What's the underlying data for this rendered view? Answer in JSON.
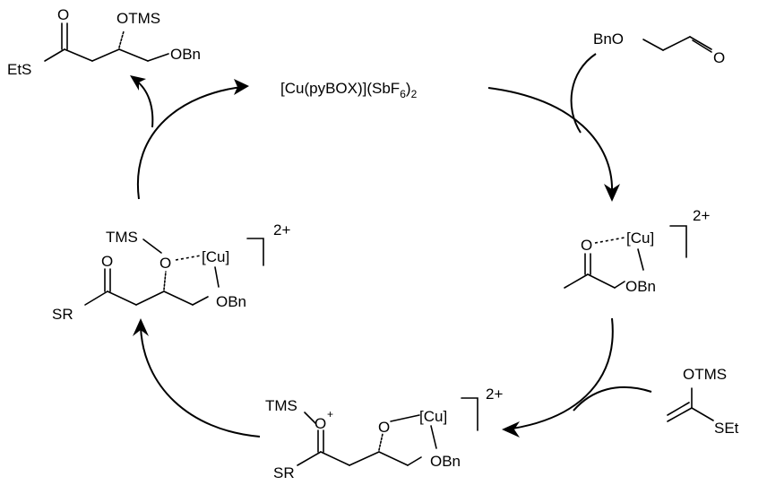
{
  "catalyst": {
    "prefix": "[Cu(pyBOX)](SbF",
    "sub": "6",
    "close": ")",
    "sub2": "2"
  },
  "product": {
    "otms": "OTMS",
    "o": "O",
    "ets": "EtS",
    "obn": "OBn"
  },
  "aldehyde": {
    "bno": "BnO",
    "o": "O"
  },
  "aldehyde_complex": {
    "o": "O",
    "cu": "[Cu]",
    "obn": "OBn",
    "charge": "2+"
  },
  "silyl_enol_ether": {
    "otms": "OTMS",
    "set": "SEt"
  },
  "oxocarbenium_intermediate": {
    "tms": "TMS",
    "oplus": "O",
    "plus": "+",
    "sr": "SR",
    "o": "O",
    "cu": "[Cu]",
    "obn": "OBn",
    "charge": "2+"
  },
  "silylated_complex": {
    "tms": "TMS",
    "o_carbonyl": "O",
    "o_ether": "O",
    "cu": "[Cu]",
    "obn": "OBn",
    "sr": "SR",
    "charge": "2+"
  }
}
